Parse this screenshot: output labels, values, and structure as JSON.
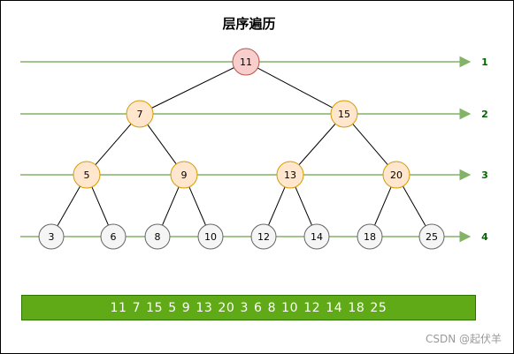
{
  "title": "层序遍历",
  "colors": {
    "root_fill": "#f8cecc",
    "root_stroke": "#b85450",
    "inner_fill": "#ffe6cc",
    "inner_stroke": "#d79b00",
    "leaf_fill": "#f5f5f5",
    "leaf_stroke": "#666666",
    "level_line": "#82b366",
    "level_label": "#006600",
    "bar_fill": "#60a917",
    "bar_text": "#ffffff"
  },
  "tree": {
    "nodes": [
      {
        "id": "n11",
        "label": "11",
        "level": 1,
        "kind": "root"
      },
      {
        "id": "n7",
        "label": "7",
        "level": 2,
        "kind": "inner"
      },
      {
        "id": "n15",
        "label": "15",
        "level": 2,
        "kind": "inner"
      },
      {
        "id": "n5",
        "label": "5",
        "level": 3,
        "kind": "inner"
      },
      {
        "id": "n9",
        "label": "9",
        "level": 3,
        "kind": "inner"
      },
      {
        "id": "n13",
        "label": "13",
        "level": 3,
        "kind": "inner"
      },
      {
        "id": "n20",
        "label": "20",
        "level": 3,
        "kind": "inner"
      },
      {
        "id": "n3",
        "label": "3",
        "level": 4,
        "kind": "leaf"
      },
      {
        "id": "n6",
        "label": "6",
        "level": 4,
        "kind": "leaf"
      },
      {
        "id": "n8",
        "label": "8",
        "level": 4,
        "kind": "leaf"
      },
      {
        "id": "n10",
        "label": "10",
        "level": 4,
        "kind": "leaf"
      },
      {
        "id": "n12",
        "label": "12",
        "level": 4,
        "kind": "leaf"
      },
      {
        "id": "n14",
        "label": "14",
        "level": 4,
        "kind": "leaf"
      },
      {
        "id": "n18",
        "label": "18",
        "level": 4,
        "kind": "leaf"
      },
      {
        "id": "n25",
        "label": "25",
        "level": 4,
        "kind": "leaf"
      }
    ],
    "edges": [
      [
        "n11",
        "n7"
      ],
      [
        "n11",
        "n15"
      ],
      [
        "n7",
        "n5"
      ],
      [
        "n7",
        "n9"
      ],
      [
        "n15",
        "n13"
      ],
      [
        "n15",
        "n20"
      ],
      [
        "n5",
        "n3"
      ],
      [
        "n5",
        "n6"
      ],
      [
        "n9",
        "n8"
      ],
      [
        "n9",
        "n10"
      ],
      [
        "n13",
        "n12"
      ],
      [
        "n13",
        "n14"
      ],
      [
        "n20",
        "n18"
      ],
      [
        "n20",
        "n25"
      ]
    ]
  },
  "levels": [
    {
      "label": "1"
    },
    {
      "label": "2"
    },
    {
      "label": "3"
    },
    {
      "label": "4"
    }
  ],
  "traversal_order": "11  7  15  5  9  13  20  3  6   8  10  12  14  18  25",
  "watermark": "CSDN @起伏羊"
}
